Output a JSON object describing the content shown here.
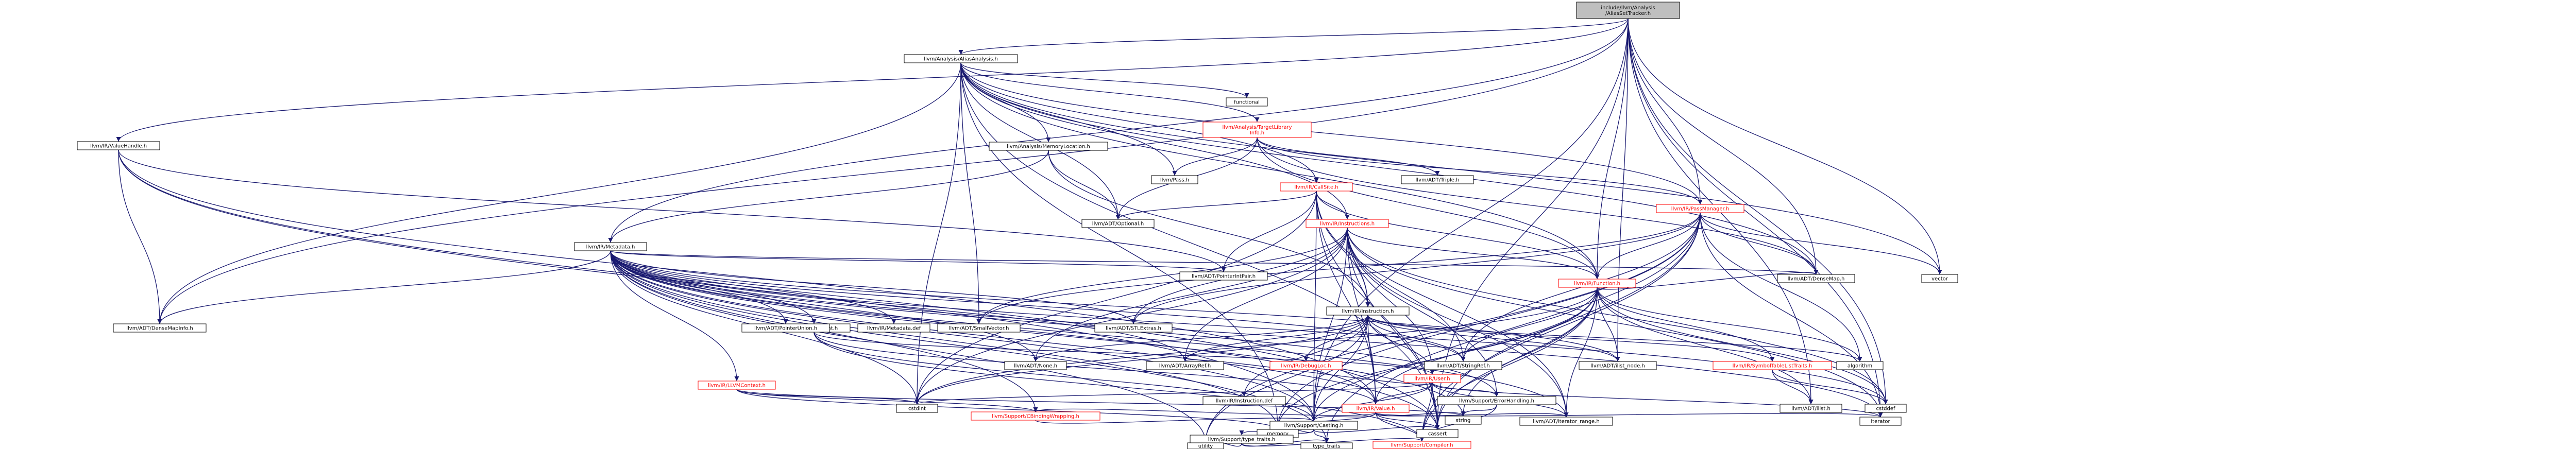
{
  "colors": {
    "edge": "#191970",
    "root_fill": "#bfbfbf",
    "default_border": "#000000",
    "default_text": "#000000",
    "red_border": "#ff0000",
    "red_text": "#ff0000",
    "background": "#ffffff"
  },
  "nodes": {
    "root": "include/llvm/Analysis\n/AliasSetTracker.h",
    "aliasanalysis": "llvm/Analysis/AliasAnalysis.h",
    "memloc": "llvm/Analysis/MemoryLocation.h",
    "targetlib": "llvm/Analysis/TargetLibrary\nInfo.h",
    "functional": "functional",
    "pass": "llvm/Pass.h",
    "callsite": "llvm/IR/CallSite.h",
    "triple": "llvm/ADT/Triple.h",
    "passmanager": "llvm/IR/PassManager.h",
    "instructions": "llvm/IR/Instructions.h",
    "valuehandle": "llvm/IR/ValueHandle.h",
    "metadata": "llvm/IR/Metadata.h",
    "densemapinfo": "llvm/ADT/DenseMapInfo.h",
    "optional": "llvm/ADT/Optional.h",
    "function": "llvm/IR/Function.h",
    "densemap": "llvm/ADT/DenseMap.h",
    "vector": "vector",
    "smallvector": "llvm/ADT/SmallVector.h",
    "stlextras": "llvm/ADT/STLExtras.h",
    "instruction": "llvm/IR/Instruction.h",
    "constant": "llvm/IR/Constant.h",
    "llvmcontext": "llvm/IR/LLVMContext.h",
    "ptrunion": "llvm/ADT/PointerUnion.h",
    "mdkinds": "llvm/IR/Metadata.def",
    "ptrintpair": "llvm/ADT/PointerIntPair.h",
    "arrayref": "llvm/ADT/ArrayRef.h",
    "none": "llvm/ADT/None.h",
    "stringref": "llvm/ADT/StringRef.h",
    "ilistnode": "llvm/ADT/ilist_node.h",
    "algorithm": "algorithm",
    "symtablelist": "llvm/IR/SymbolTableListTraits.h",
    "debugloc": "llvm/IR/DebugLoc.h",
    "user": "llvm/IR/User.h",
    "instdef": "llvm/IR/Instruction.def",
    "errhandling": "llvm/Support/ErrorHandling.h",
    "cstdint": "cstdint",
    "cstddef": "cstddef",
    "ilist": "llvm/ADT/ilist.h",
    "value": "llvm/IR/Value.h",
    "cbindwrap": "llvm/Support/CBindingWrapping.h",
    "string": "string",
    "iterrange": "llvm/ADT/iterator_range.h",
    "iterator": "iterator",
    "casting": "llvm/Support/Casting.h",
    "memory": "memory",
    "cassert": "cassert",
    "typetraits_llvm": "llvm/Support/type_traits.h",
    "utility": "utility",
    "typetraits": "type_traits",
    "compiler": "llvm/Support/Compiler.h"
  }
}
